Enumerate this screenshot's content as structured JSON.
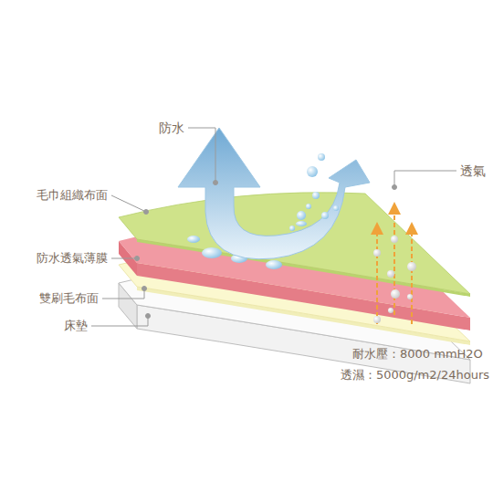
{
  "diagram": {
    "labels": [
      "防水",
      "透氣",
      "毛巾組織布面",
      "防水透氣薄膜",
      "雙刷毛布面",
      "床墊",
      "耐水壓：8000  mmH2O",
      "透濕：5000g/m2/24hours"
    ]
  }
}
